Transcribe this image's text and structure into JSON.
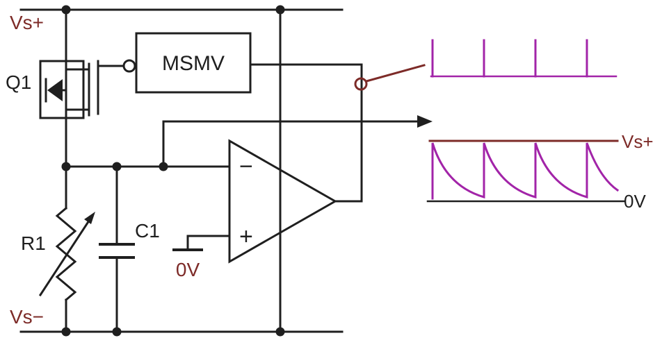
{
  "labels": {
    "supply_pos_left": "Vs+",
    "supply_neg_left": "Vs−",
    "transistor_ref": "Q1",
    "monostable": "MSMV",
    "resistor_ref": "R1",
    "capacitor_ref": "C1",
    "noninverting_ref": "0V",
    "opamp_inverting": "−",
    "opamp_noninverting": "+",
    "waveform_top_ref": "Vs+",
    "waveform_bottom_ref": "0V"
  },
  "colors": {
    "wire": "#1f1f1f",
    "accent_label": "#7d2b28",
    "waveform_purple": "#a224a8",
    "background": "#ffffff"
  }
}
